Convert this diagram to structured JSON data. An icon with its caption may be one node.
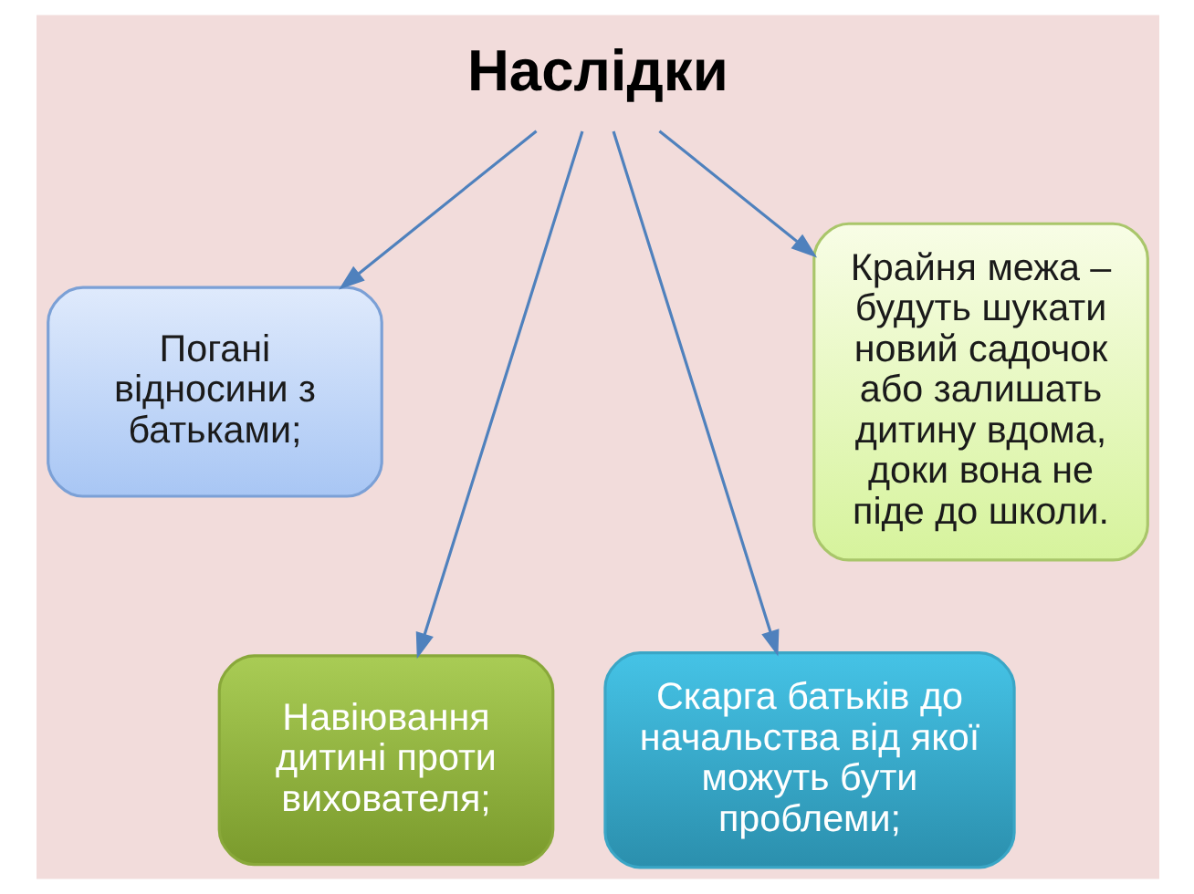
{
  "diagram": {
    "nodes": [
      {
        "text": [
          "Наслідки"
        ]
      },
      {
        "text": [
          "Погані відносини з батьками;"
        ]
      },
      {
        "text": [
          "Навіювання дитині проти вихователя;"
        ]
      },
      {
        "text": [
          "Скарга батьків до начальства від якої можуть бути проблеми;"
        ]
      },
      {
        "text": [
          "Крайня межа – будуть шукати новий садочок або залишать дитину вдома, доки вона не піде до школи."
        ]
      }
    ],
    "edges": [
      {
        "from": 0,
        "to": 1,
        "arrow": "to"
      },
      {
        "from": 0,
        "to": 2,
        "arrow": "to"
      },
      {
        "from": 0,
        "to": 3,
        "arrow": "to"
      },
      {
        "from": 0,
        "to": 4,
        "arrow": "to"
      }
    ]
  }
}
